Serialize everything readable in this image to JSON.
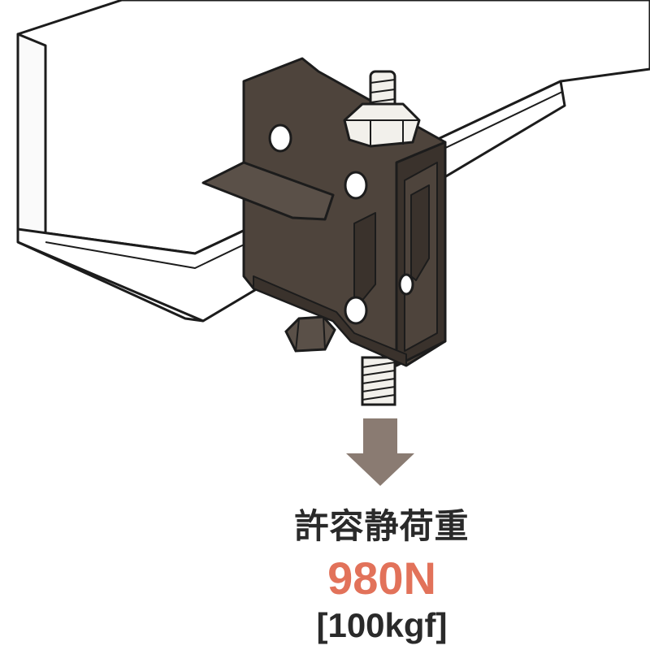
{
  "load": {
    "label": "許容静荷重",
    "value": "980N",
    "value_kgf": "[100kgf]"
  },
  "colors": {
    "beam_fill": "#ffffff",
    "beam_stroke": "#1c1c1c",
    "clamp_body": "#4e443c",
    "clamp_shadow": "#3a322c",
    "bolt_metal": "#f2f0eb",
    "arrow": "#8a7b72",
    "label_text": "#2a2a2a",
    "value_text": "#e2725a"
  },
  "icons": {
    "arrow": "arrow-down-icon",
    "bolt": "hex-nut-icon"
  }
}
